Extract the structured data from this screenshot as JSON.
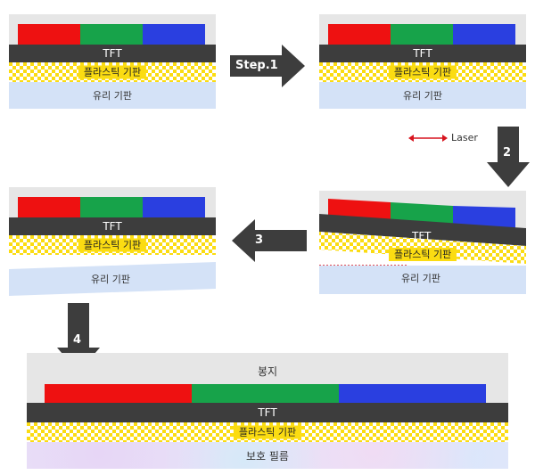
{
  "labels": {
    "tft": "TFT",
    "plastic_substrate": "플라스틱 기판",
    "glass_substrate": "유리 기판",
    "laser": "Laser",
    "encapsulation": "봉지",
    "protective_film": "보호 필름"
  },
  "steps": {
    "step1": "Step.1",
    "step2": "2",
    "step3": "3",
    "step4": "4"
  },
  "colors": {
    "red": "#ee1111",
    "green": "#17a34a",
    "blue": "#2a3fe0",
    "tft": "#3d3d3d",
    "plastic": "#fbdc12",
    "glass": "#d4e2f7",
    "arrow": "#3d3d3d",
    "laser": "#d7141e"
  }
}
